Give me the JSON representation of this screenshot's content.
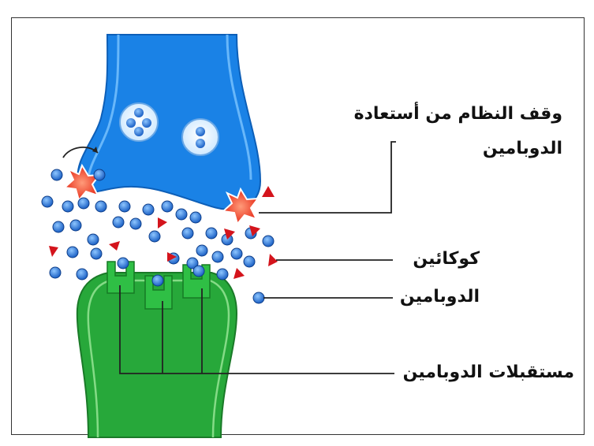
{
  "labels": {
    "reuptake_line1": "وقف  النظام من أستعادة",
    "reuptake_line2": "الدوبامين",
    "cocaine": "كوكائين",
    "dopamine": "الدوبامين",
    "receptors": "مستقبلات الدوبامين"
  },
  "colors": {
    "presynaptic": "#1a82e6",
    "postsynaptic": "#27a83a",
    "dopamine": "#1f6fd1",
    "cocaine": "#d4141c",
    "transporter": "#f04a2c"
  }
}
